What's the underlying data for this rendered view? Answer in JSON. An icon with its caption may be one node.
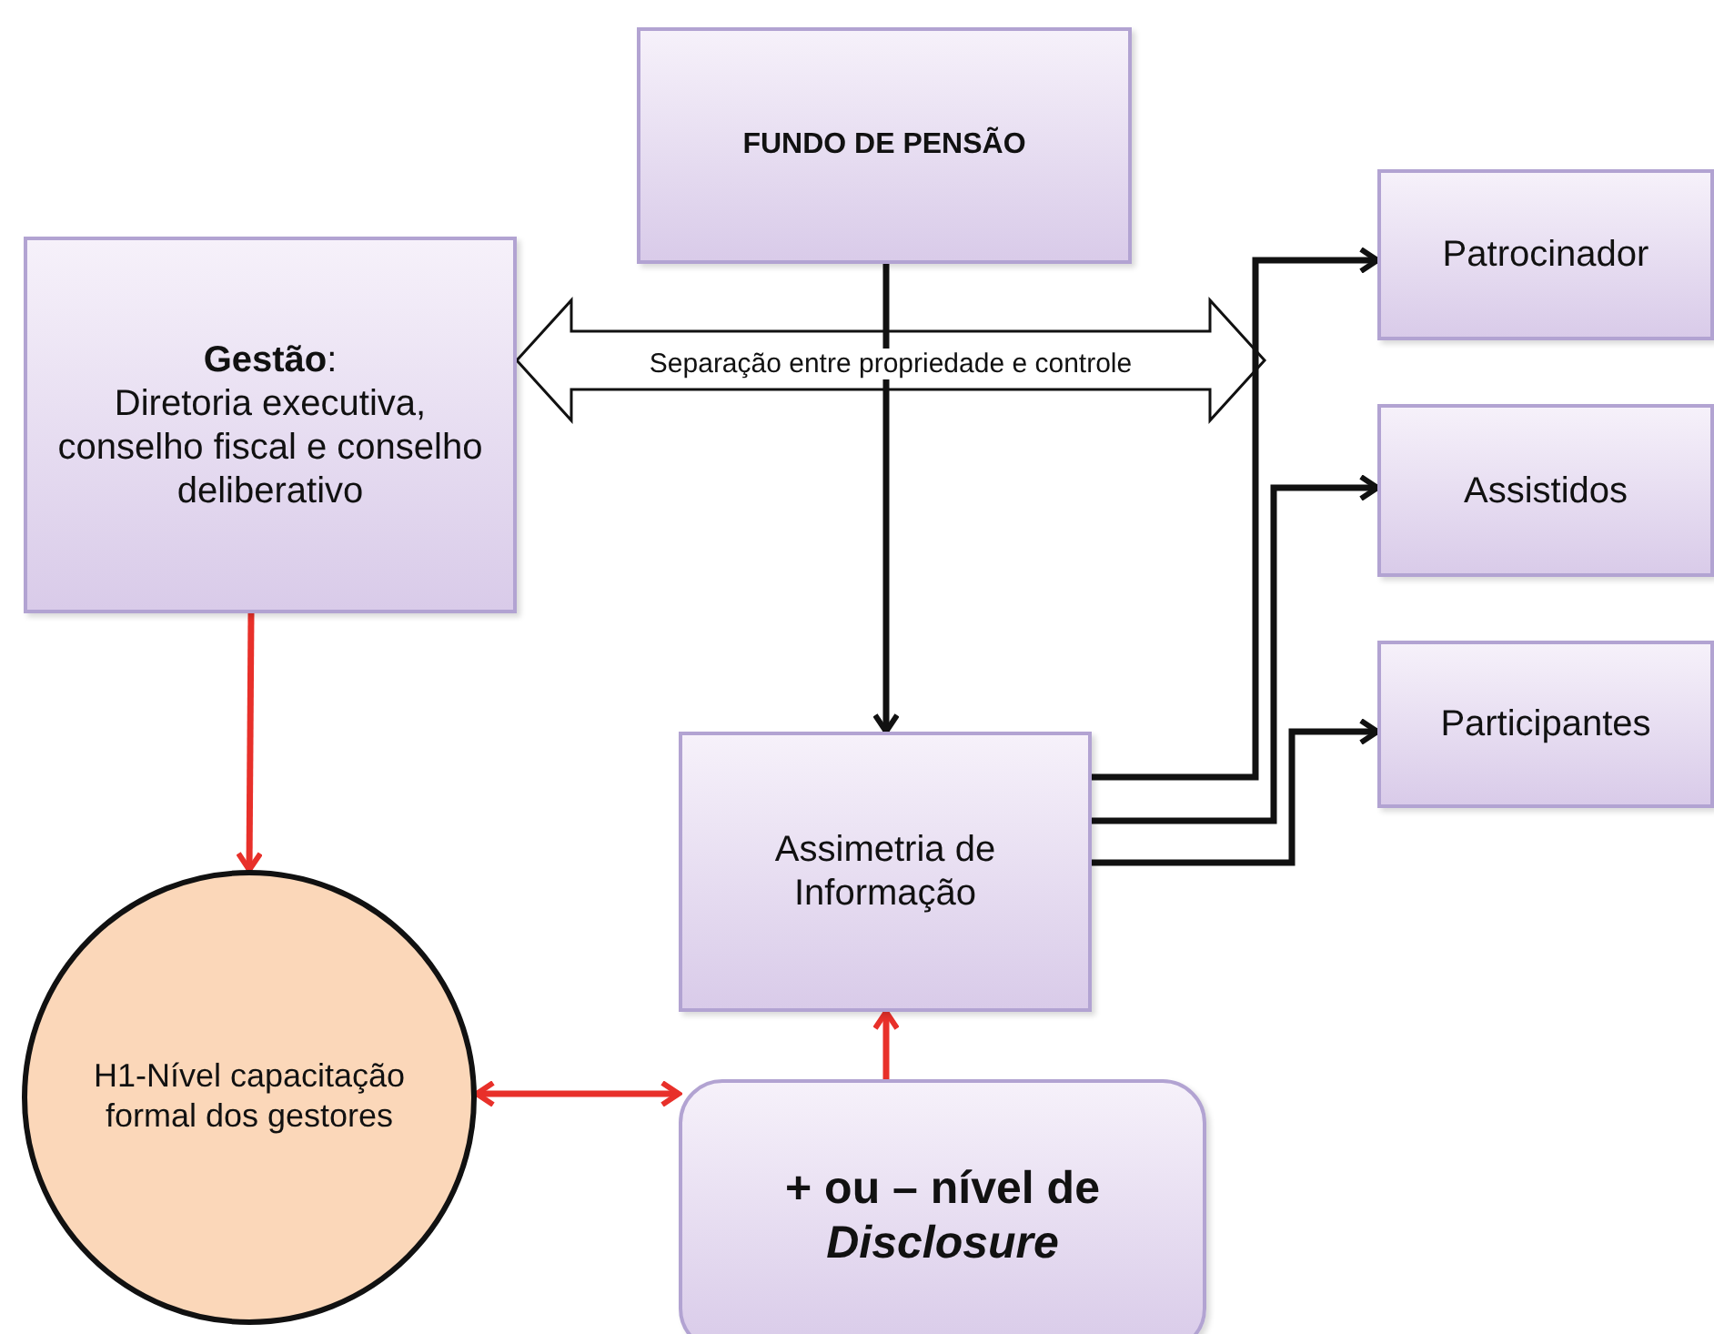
{
  "diagram": {
    "nodes": [
      {
        "text": [
          "FUNDO DE PENSÃO"
        ]
      },
      {
        "text": [
          "**Gestão**:",
          "Diretoria executiva, conselho fiscal e conselho deliberativo"
        ]
      },
      {
        "text": [
          "Patrocinador"
        ]
      },
      {
        "text": [
          "Assistidos"
        ]
      },
      {
        "text": [
          "Participantes"
        ]
      },
      {
        "text": [
          "Assimetria de Informação"
        ]
      },
      {
        "text": [
          "H1-Nível capacitação formal dos gestores"
        ]
      },
      {
        "text": [
          "+ ou – nível de *Disclosure*"
        ]
      }
    ],
    "edges": [
      {
        "from": 1,
        "to": null,
        "arrow": "both",
        "label": "Separação entre propriedade e controle",
        "style": "thick"
      },
      {
        "from": 0,
        "to": 5,
        "arrow": "to"
      },
      {
        "from": 5,
        "to": 2,
        "arrow": "to"
      },
      {
        "from": 5,
        "to": 3,
        "arrow": "to"
      },
      {
        "from": 5,
        "to": 4,
        "arrow": "to"
      },
      {
        "from": 1,
        "to": 6,
        "arrow": "to",
        "color": "#e8302a"
      },
      {
        "from": 7,
        "to": 5,
        "arrow": "to",
        "color": "#e8302a"
      },
      {
        "from": 6,
        "to": 7,
        "arrow": "both",
        "color": "#e8302a"
      }
    ]
  }
}
